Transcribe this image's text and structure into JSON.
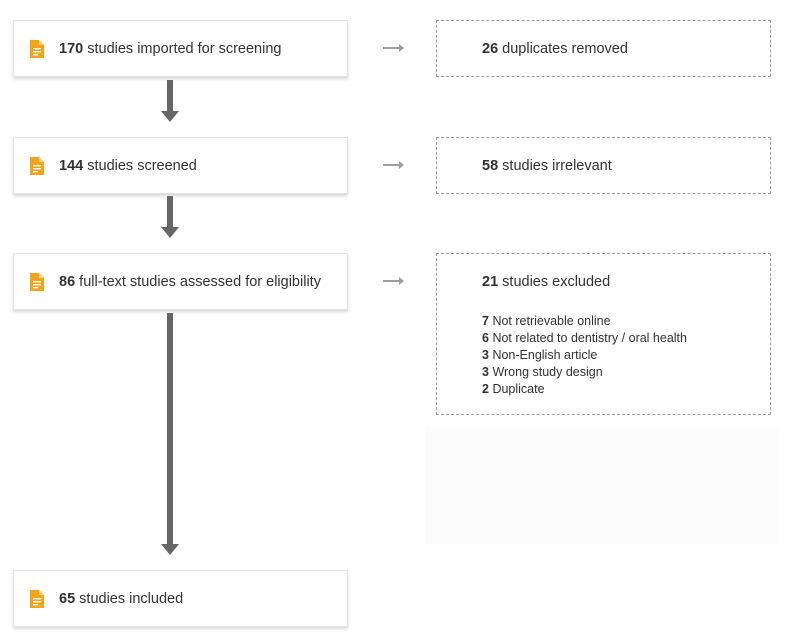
{
  "colors": {
    "doc_icon": "#f3a41a",
    "arrow": "#666666",
    "side_arrow": "#9e9e9e",
    "dashed_border": "#9e9e9e"
  },
  "icons": {
    "stage": "document-icon",
    "side": "arrow-right-icon",
    "down": "arrow-down-icon"
  },
  "stages": [
    {
      "count": "170",
      "text": "studies imported for screening"
    },
    {
      "count": "144",
      "text": "studies screened"
    },
    {
      "count": "86",
      "text": "full-text studies assessed for eligibility"
    },
    {
      "count": "65",
      "text": "studies included"
    }
  ],
  "removed": [
    {
      "count": "26",
      "text": "duplicates removed"
    },
    {
      "count": "58",
      "text": "studies irrelevant"
    },
    {
      "count": "21",
      "text": "studies excluded"
    }
  ],
  "exclusion_reasons": [
    {
      "count": "7",
      "text": "Not retrievable online"
    },
    {
      "count": "6",
      "text": "Not related to dentistry / oral health"
    },
    {
      "count": "3",
      "text": "Non-English article"
    },
    {
      "count": "3",
      "text": "Wrong study design"
    },
    {
      "count": "2",
      "text": "Duplicate"
    }
  ]
}
